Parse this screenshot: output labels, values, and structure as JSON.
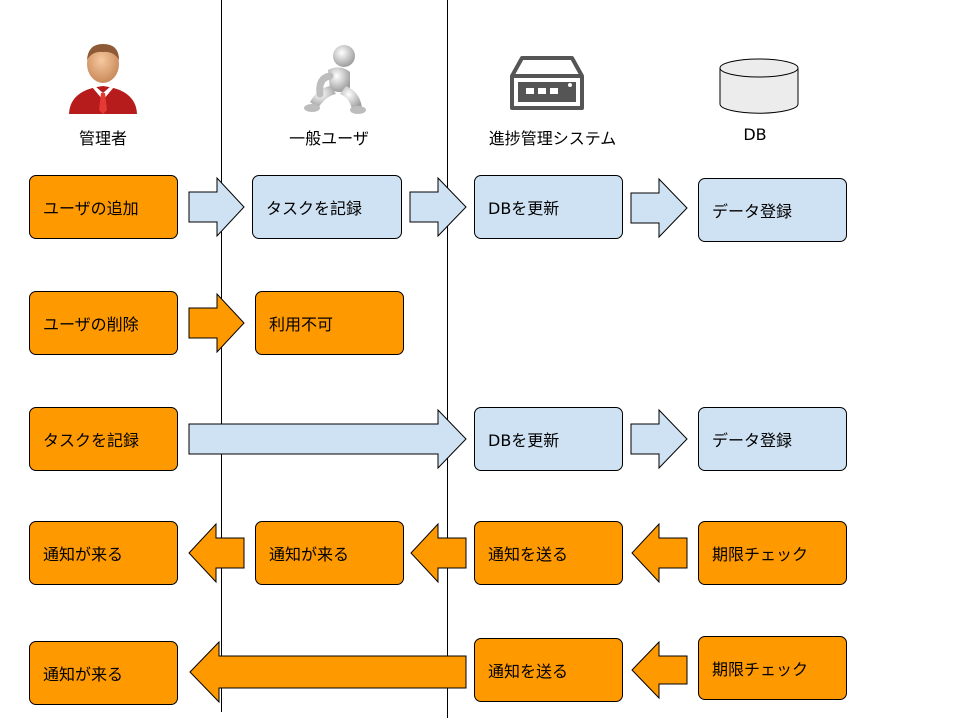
{
  "colors": {
    "process_fill": "#ff9900",
    "system_fill": "#cfe2f3",
    "arrow_blue": "#cfe2f3",
    "arrow_orange": "#ff9900"
  },
  "actors": [
    {
      "label": "管理者",
      "icon": "admin-person-icon"
    },
    {
      "label": "一般ユーザ",
      "icon": "general-user-figure-icon"
    },
    {
      "label": "進捗管理システム",
      "icon": "network-switch-icon"
    },
    {
      "label": "DB",
      "icon": "database-cylinder-icon"
    }
  ],
  "rows": [
    {
      "admin": "ユーザの追加",
      "user": "タスクを記録",
      "system": "DBを更新",
      "db": "データ登録"
    },
    {
      "admin": "ユーザの削除",
      "user": "利用不可"
    },
    {
      "admin": "タスクを記録",
      "system": "DBを更新",
      "db": "データ登録"
    },
    {
      "admin": "通知が来る",
      "user": "通知が来る",
      "system": "通知を送る",
      "db": "期限チェック"
    },
    {
      "admin": "通知が来る",
      "system": "通知を送る",
      "db": "期限チェック"
    }
  ]
}
